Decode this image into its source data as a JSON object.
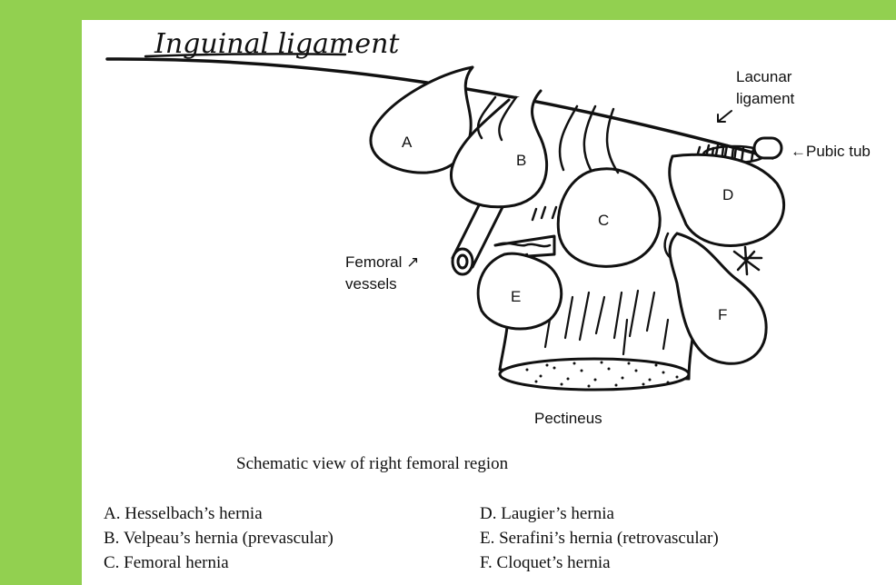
{
  "diagram": {
    "title_handwritten": "Inguinal ligament",
    "labels": {
      "lacunar_line1": "Lacunar",
      "lacunar_line2": "ligament",
      "pubic": "←Pubic tub",
      "femoral_line1": "Femoral ↗",
      "femoral_line2": "vessels",
      "pectineus": "Pectineus",
      "sac_a": "A",
      "sac_b": "B",
      "sac_c": "C",
      "sac_d": "D",
      "sac_e": "E",
      "sac_f": "F"
    },
    "caption": "Schematic view of right femoral region",
    "legend_left": [
      "A.  Hesselbach’s hernia",
      "B.  Velpeau’s hernia (prevascular)",
      "C.  Femoral hernia"
    ],
    "legend_right": [
      "D.  Laugier’s hernia",
      "E.  Serafini’s hernia (retrovascular)",
      "F.  Cloquet’s hernia"
    ]
  },
  "colors": {
    "background": "#92d050",
    "panel": "#ffffff",
    "ink": "#111111"
  }
}
